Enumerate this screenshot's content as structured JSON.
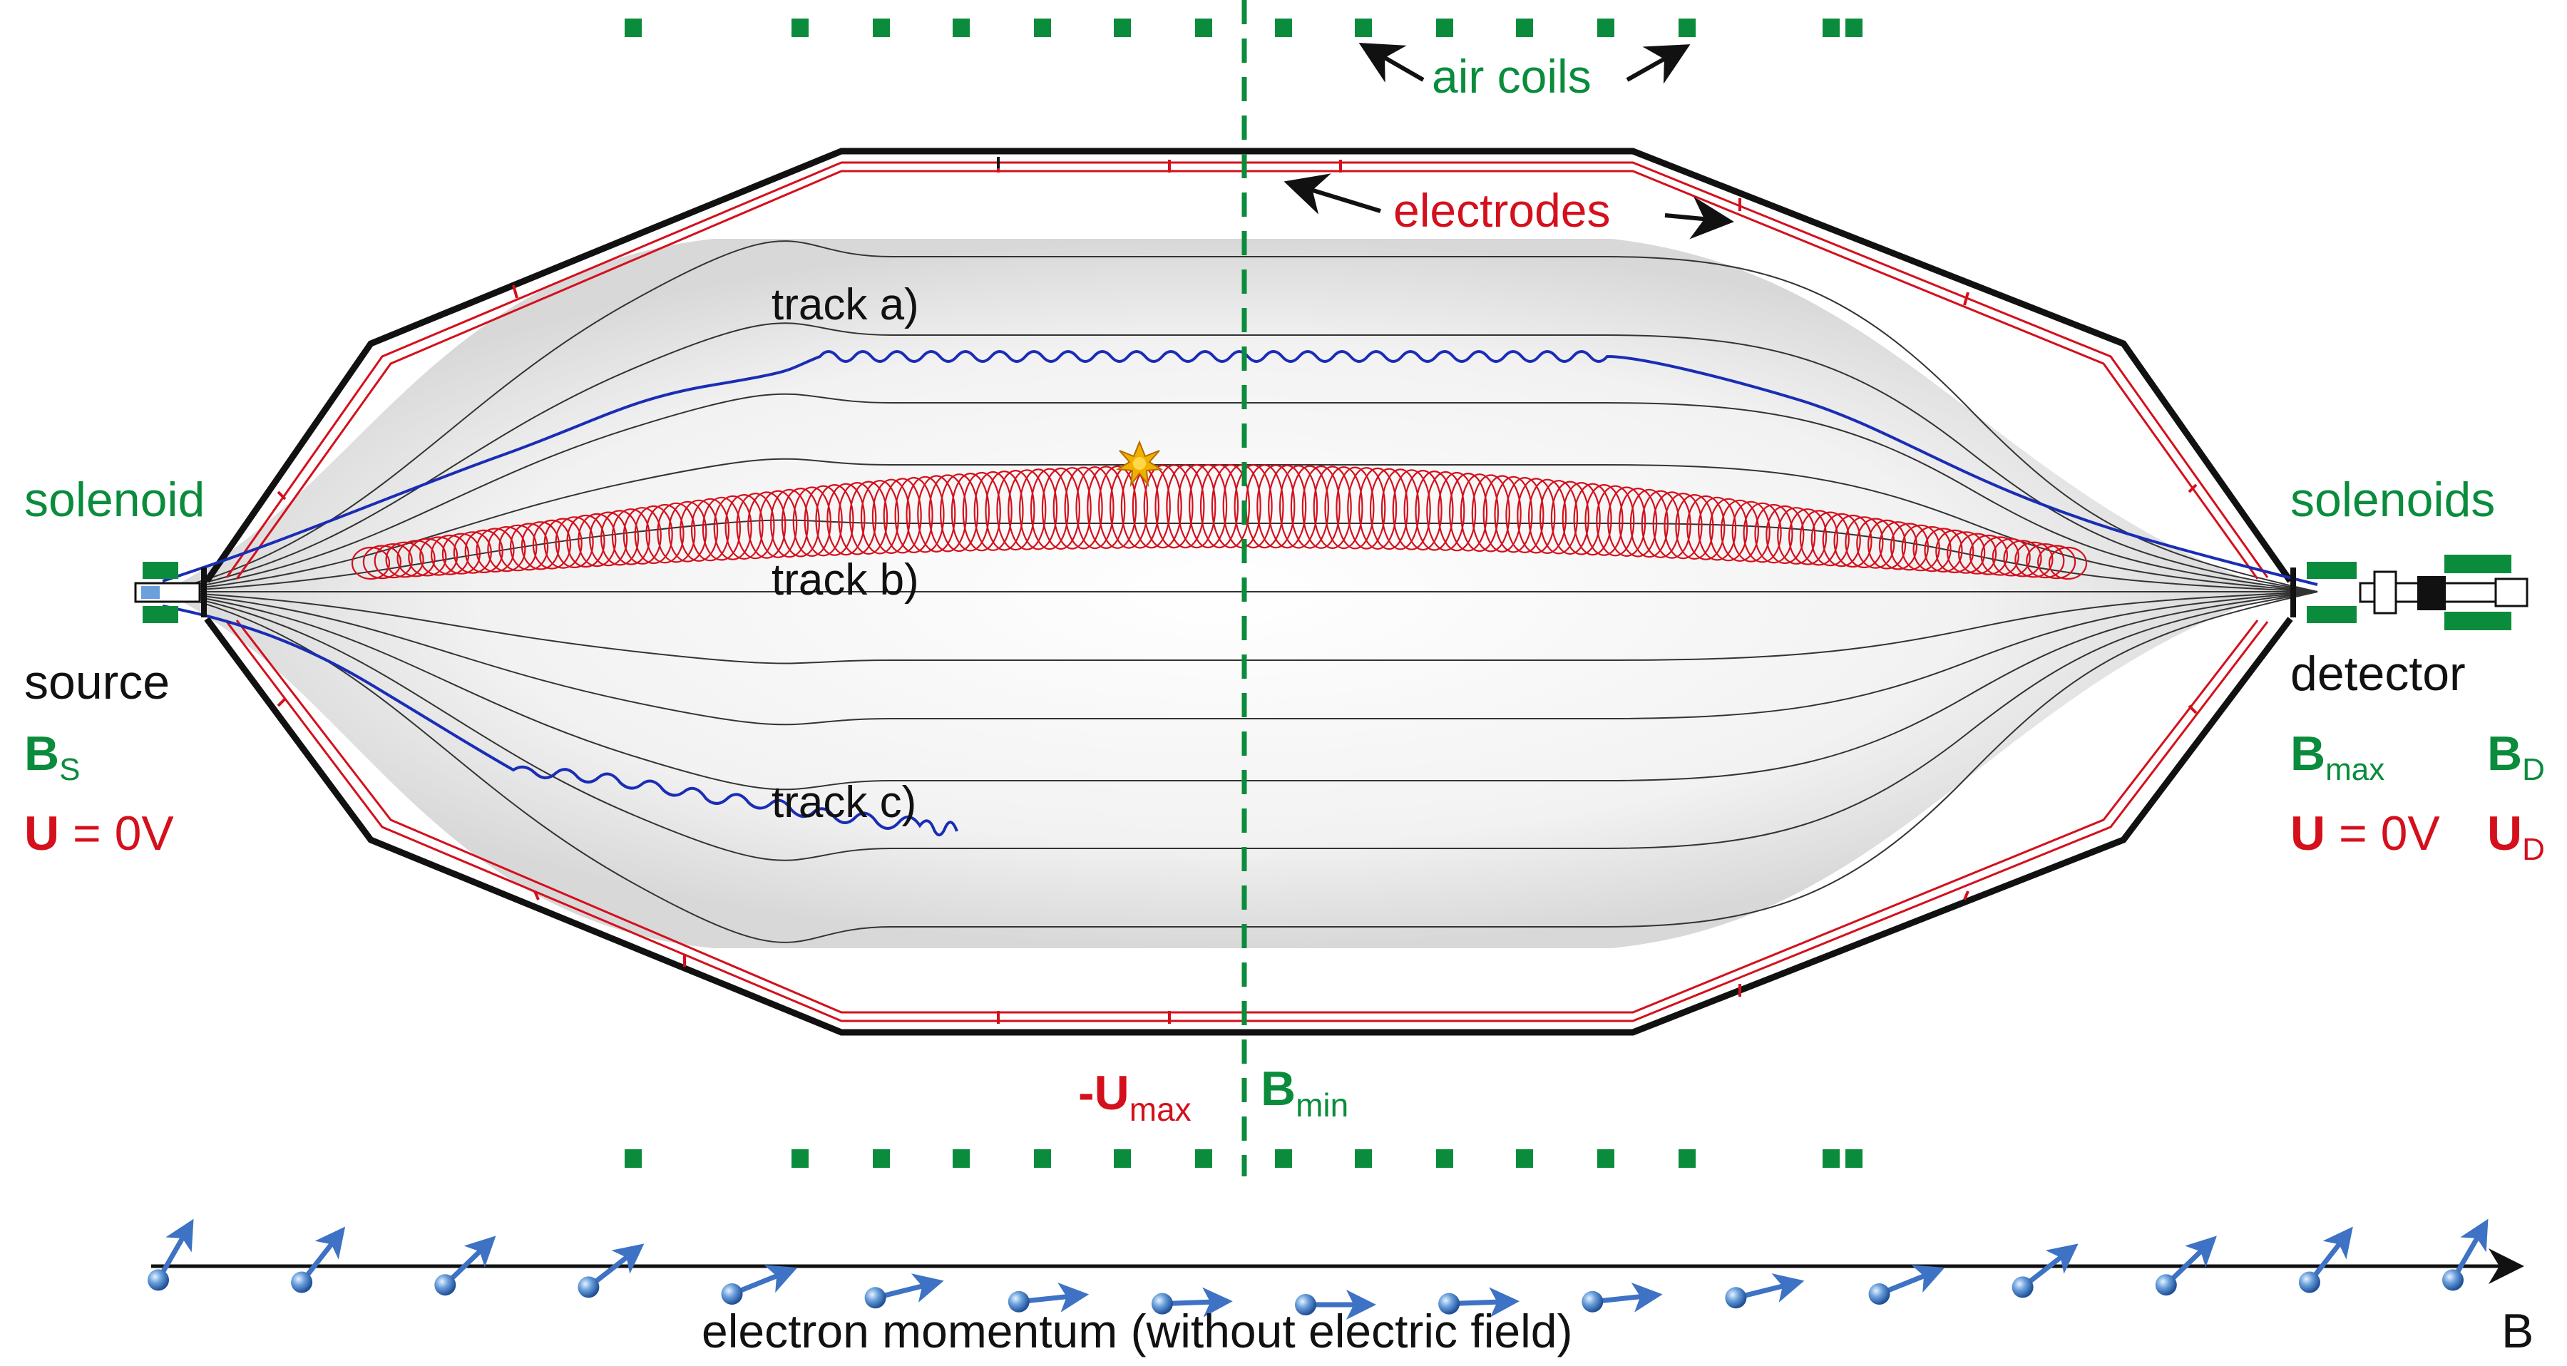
{
  "colors": {
    "green": "#0a8c3c",
    "red": "#d4101c",
    "black": "#111111",
    "blue": "#1530b8",
    "arrow_blue": "#3d72c4",
    "grey": "#e6e6e6"
  },
  "labels": {
    "air_coils": "air coils",
    "electrodes": "electrodes",
    "solenoid_left": "solenoid",
    "solenoids_right": "solenoids",
    "source": "source",
    "detector": "detector",
    "track_a": "track a)",
    "track_b": "track b)",
    "track_c": "track c)",
    "b_letter": "B",
    "u_letter": "U",
    "sub_s": "S",
    "sub_max": "max",
    "sub_d": "D",
    "sub_min": "min",
    "eq_zero": " = 0V",
    "minus": "-",
    "momentum_caption": "electron momentum (without electric field)",
    "axis_b": "B"
  },
  "icons": {
    "spark": "spark-icon",
    "momentum_arrow": "momentum-arrow-icon"
  },
  "momentum_angles_deg": [
    60,
    52,
    44,
    38,
    22,
    14,
    6,
    2,
    0,
    2,
    6,
    14,
    22,
    38,
    44,
    52,
    60
  ]
}
